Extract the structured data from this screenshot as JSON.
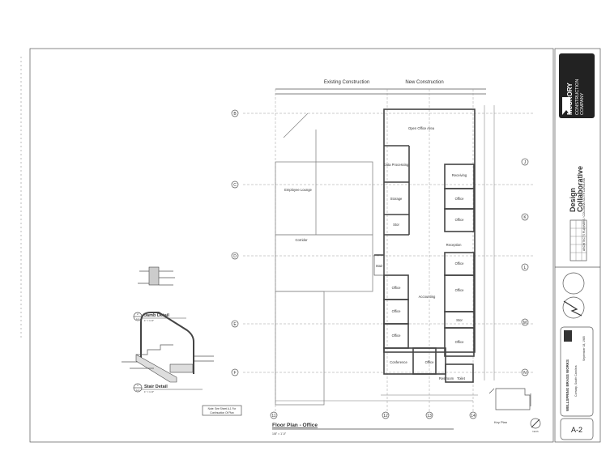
{
  "sheet": {
    "headers": {
      "existing": "Existing Construction",
      "new": "New Construction"
    },
    "plan_title": "Floor Plan - Office",
    "plan_scale": "1/8\" = 1'-0\"",
    "note": [
      "Note: See Sheet A-1 For",
      "Continuation Of Plan"
    ],
    "key_plan": "Key Plan",
    "north": "North",
    "grid_left": [
      "B",
      "C",
      "D",
      "E",
      "F"
    ],
    "grid_right": [
      "J",
      "K",
      "L",
      "M",
      "N"
    ],
    "grid_bottom": [
      "11",
      "12",
      "13",
      "14"
    ],
    "rooms": [
      {
        "name": "Open Office Area",
        "id": "open-office-area"
      },
      {
        "name": "Data Processing",
        "id": "data-processing"
      },
      {
        "name": "Storage",
        "id": "storage"
      },
      {
        "name": "Stor",
        "id": "stor-1"
      },
      {
        "name": "Employee Lounge",
        "id": "employee-lounge"
      },
      {
        "name": "Corridor",
        "id": "corridor"
      },
      {
        "name": "Receiving",
        "id": "receiving"
      },
      {
        "name": "Office",
        "id": "office-1"
      },
      {
        "name": "Office",
        "id": "office-2"
      },
      {
        "name": "Reception",
        "id": "reception"
      },
      {
        "name": "Office",
        "id": "office-3"
      },
      {
        "name": "Office",
        "id": "office-4"
      },
      {
        "name": "Stor",
        "id": "stor-2"
      },
      {
        "name": "Office",
        "id": "office-5"
      },
      {
        "name": "Office",
        "id": "office-6"
      },
      {
        "name": "Office",
        "id": "office-7"
      },
      {
        "name": "Office",
        "id": "office-8"
      },
      {
        "name": "Accounting",
        "id": "accounting"
      },
      {
        "name": "Conference",
        "id": "conference"
      },
      {
        "name": "Office",
        "id": "office-9"
      },
      {
        "name": "Restroom",
        "id": "restroom"
      },
      {
        "name": "Toilet",
        "id": "toilet"
      },
      {
        "name": "Stair",
        "id": "stair"
      }
    ],
    "details": [
      {
        "number": "2",
        "sheet": "A-2",
        "title": "Jamb Detail",
        "scale": "1\" = 1'-0\""
      },
      {
        "number": "1",
        "sheet": "A-2",
        "title": "Stair Detail",
        "scale": "1\" = 1'-0\""
      }
    ]
  },
  "title_block": {
    "contractor": [
      "McCRORY",
      "CONSTRUCTION",
      "COMPANY"
    ],
    "architect": [
      "Design",
      "Collaborative"
    ],
    "architect_sub": "ARCHITECTS PLANNERS / COLUMBIA SOUTH CAROLINA",
    "project": "WELLSPRING BRASS WORKS",
    "location": "Conway, South Carolina",
    "date": "September 18, 1985",
    "sheet_number": "A-2"
  }
}
